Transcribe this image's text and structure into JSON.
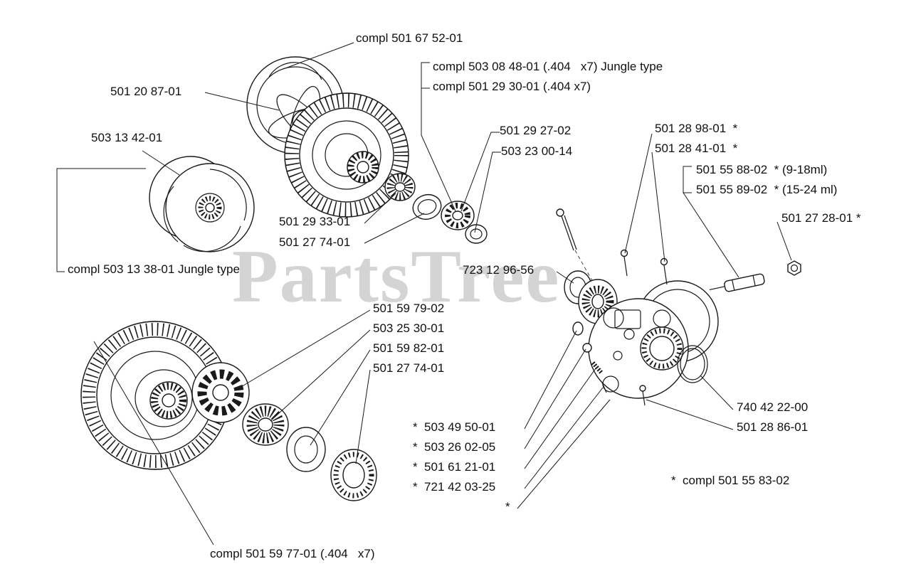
{
  "colors": {
    "ink": "#1a1a1a",
    "watermark": "#b9b9b9",
    "background": "#ffffff"
  },
  "watermark": {
    "text": "PartsTree"
  },
  "diagram": {
    "kind": "exploded-parts-diagram",
    "subject": "Chainsaw clutch, clutch drum, sprocket and oil pump assembly",
    "labels": [
      {
        "text": "compl 501 67 52-01"
      },
      {
        "text": "501 20 87-01"
      },
      {
        "text": "503 13 42-01"
      },
      {
        "text": "compl 503 08 48-01 (.404   x7) Jungle type"
      },
      {
        "text": "compl 501 29 30-01 (.404 x7)"
      },
      {
        "text": "501 29 27-02"
      },
      {
        "text": "503 23 00-14"
      },
      {
        "text": "501 29 33-01"
      },
      {
        "text": "501 27 74-01"
      },
      {
        "text": "compl 503 13 38-01 Jungle type"
      },
      {
        "text": "501 28 98-01  *"
      },
      {
        "text": "501 28 41-01  *"
      },
      {
        "text": "501 55 88-02  * (9-18ml)"
      },
      {
        "text": "501 55 89-02  * (15-24 ml)"
      },
      {
        "text": "501 27 28-01 *"
      },
      {
        "text": "723 12 96-56"
      },
      {
        "text": "501 59 79-02"
      },
      {
        "text": "503 25 30-01"
      },
      {
        "text": "501 59 82-01"
      },
      {
        "text": "501 27 74-01"
      },
      {
        "text": "*  503 49 50-01"
      },
      {
        "text": "*  503 26 02-05"
      },
      {
        "text": "*  501 61 21-01"
      },
      {
        "text": "*  721 42 03-25"
      },
      {
        "text": "*"
      },
      {
        "text": "740 42 22-00"
      },
      {
        "text": "501 28 86-01"
      },
      {
        "text": "*  compl 501 55 83-02"
      },
      {
        "text": "compl 501 59 77-01 (.404   x7)"
      }
    ]
  }
}
